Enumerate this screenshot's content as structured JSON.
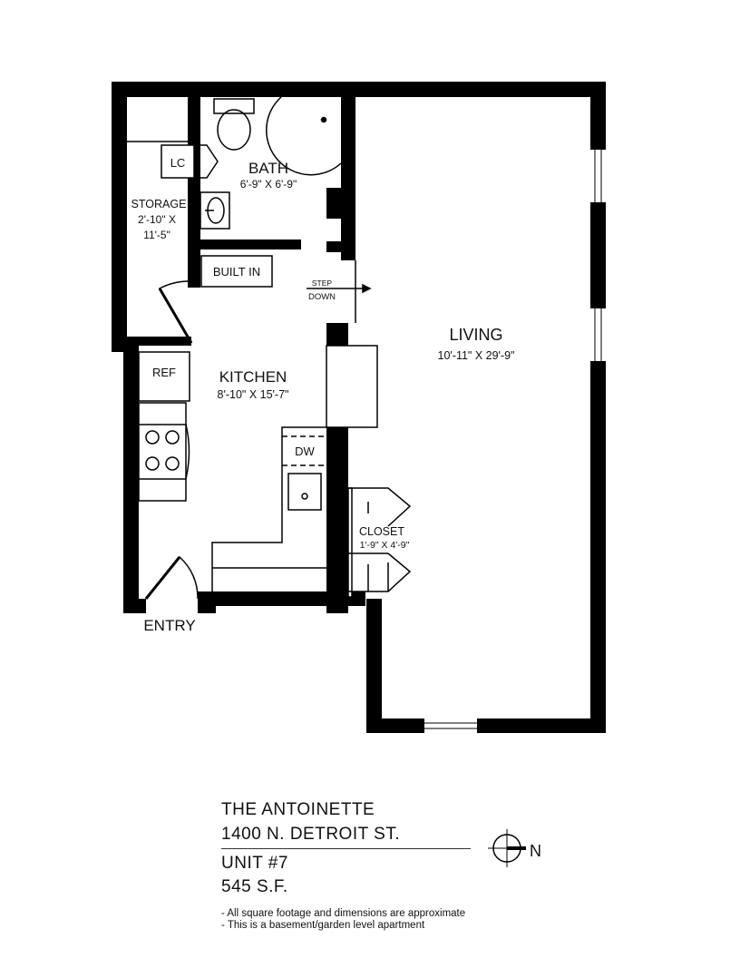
{
  "rooms": {
    "bath": {
      "name": "BATH",
      "dims": "6'-9\" X 6'-9\""
    },
    "storage": {
      "name": "STORAGE",
      "dims1": "2'-10\" X",
      "dims2": "11'-5\""
    },
    "kitchen": {
      "name": "KITCHEN",
      "dims": "8'-10\" X 15'-7\""
    },
    "living": {
      "name": "LIVING",
      "dims": "10'-11\" X 29'-9\""
    },
    "closet": {
      "name": "CLOSET",
      "dims": "1'-9\" X 4'-9\""
    }
  },
  "fixtures": {
    "lc": "LC",
    "built_in": "BUILT IN",
    "ref": "REF",
    "dw": "DW",
    "step1": "STEP",
    "step2": "DOWN",
    "entry": "ENTRY"
  },
  "info": {
    "building": "THE ANTOINETTE",
    "address": "1400 N. DETROIT ST.",
    "unit": "UNIT #7",
    "area": "545 S.F.",
    "notes": [
      "- All square footage and dimensions are approximate",
      "- This is a basement/garden level apartment"
    ],
    "north": "N"
  }
}
